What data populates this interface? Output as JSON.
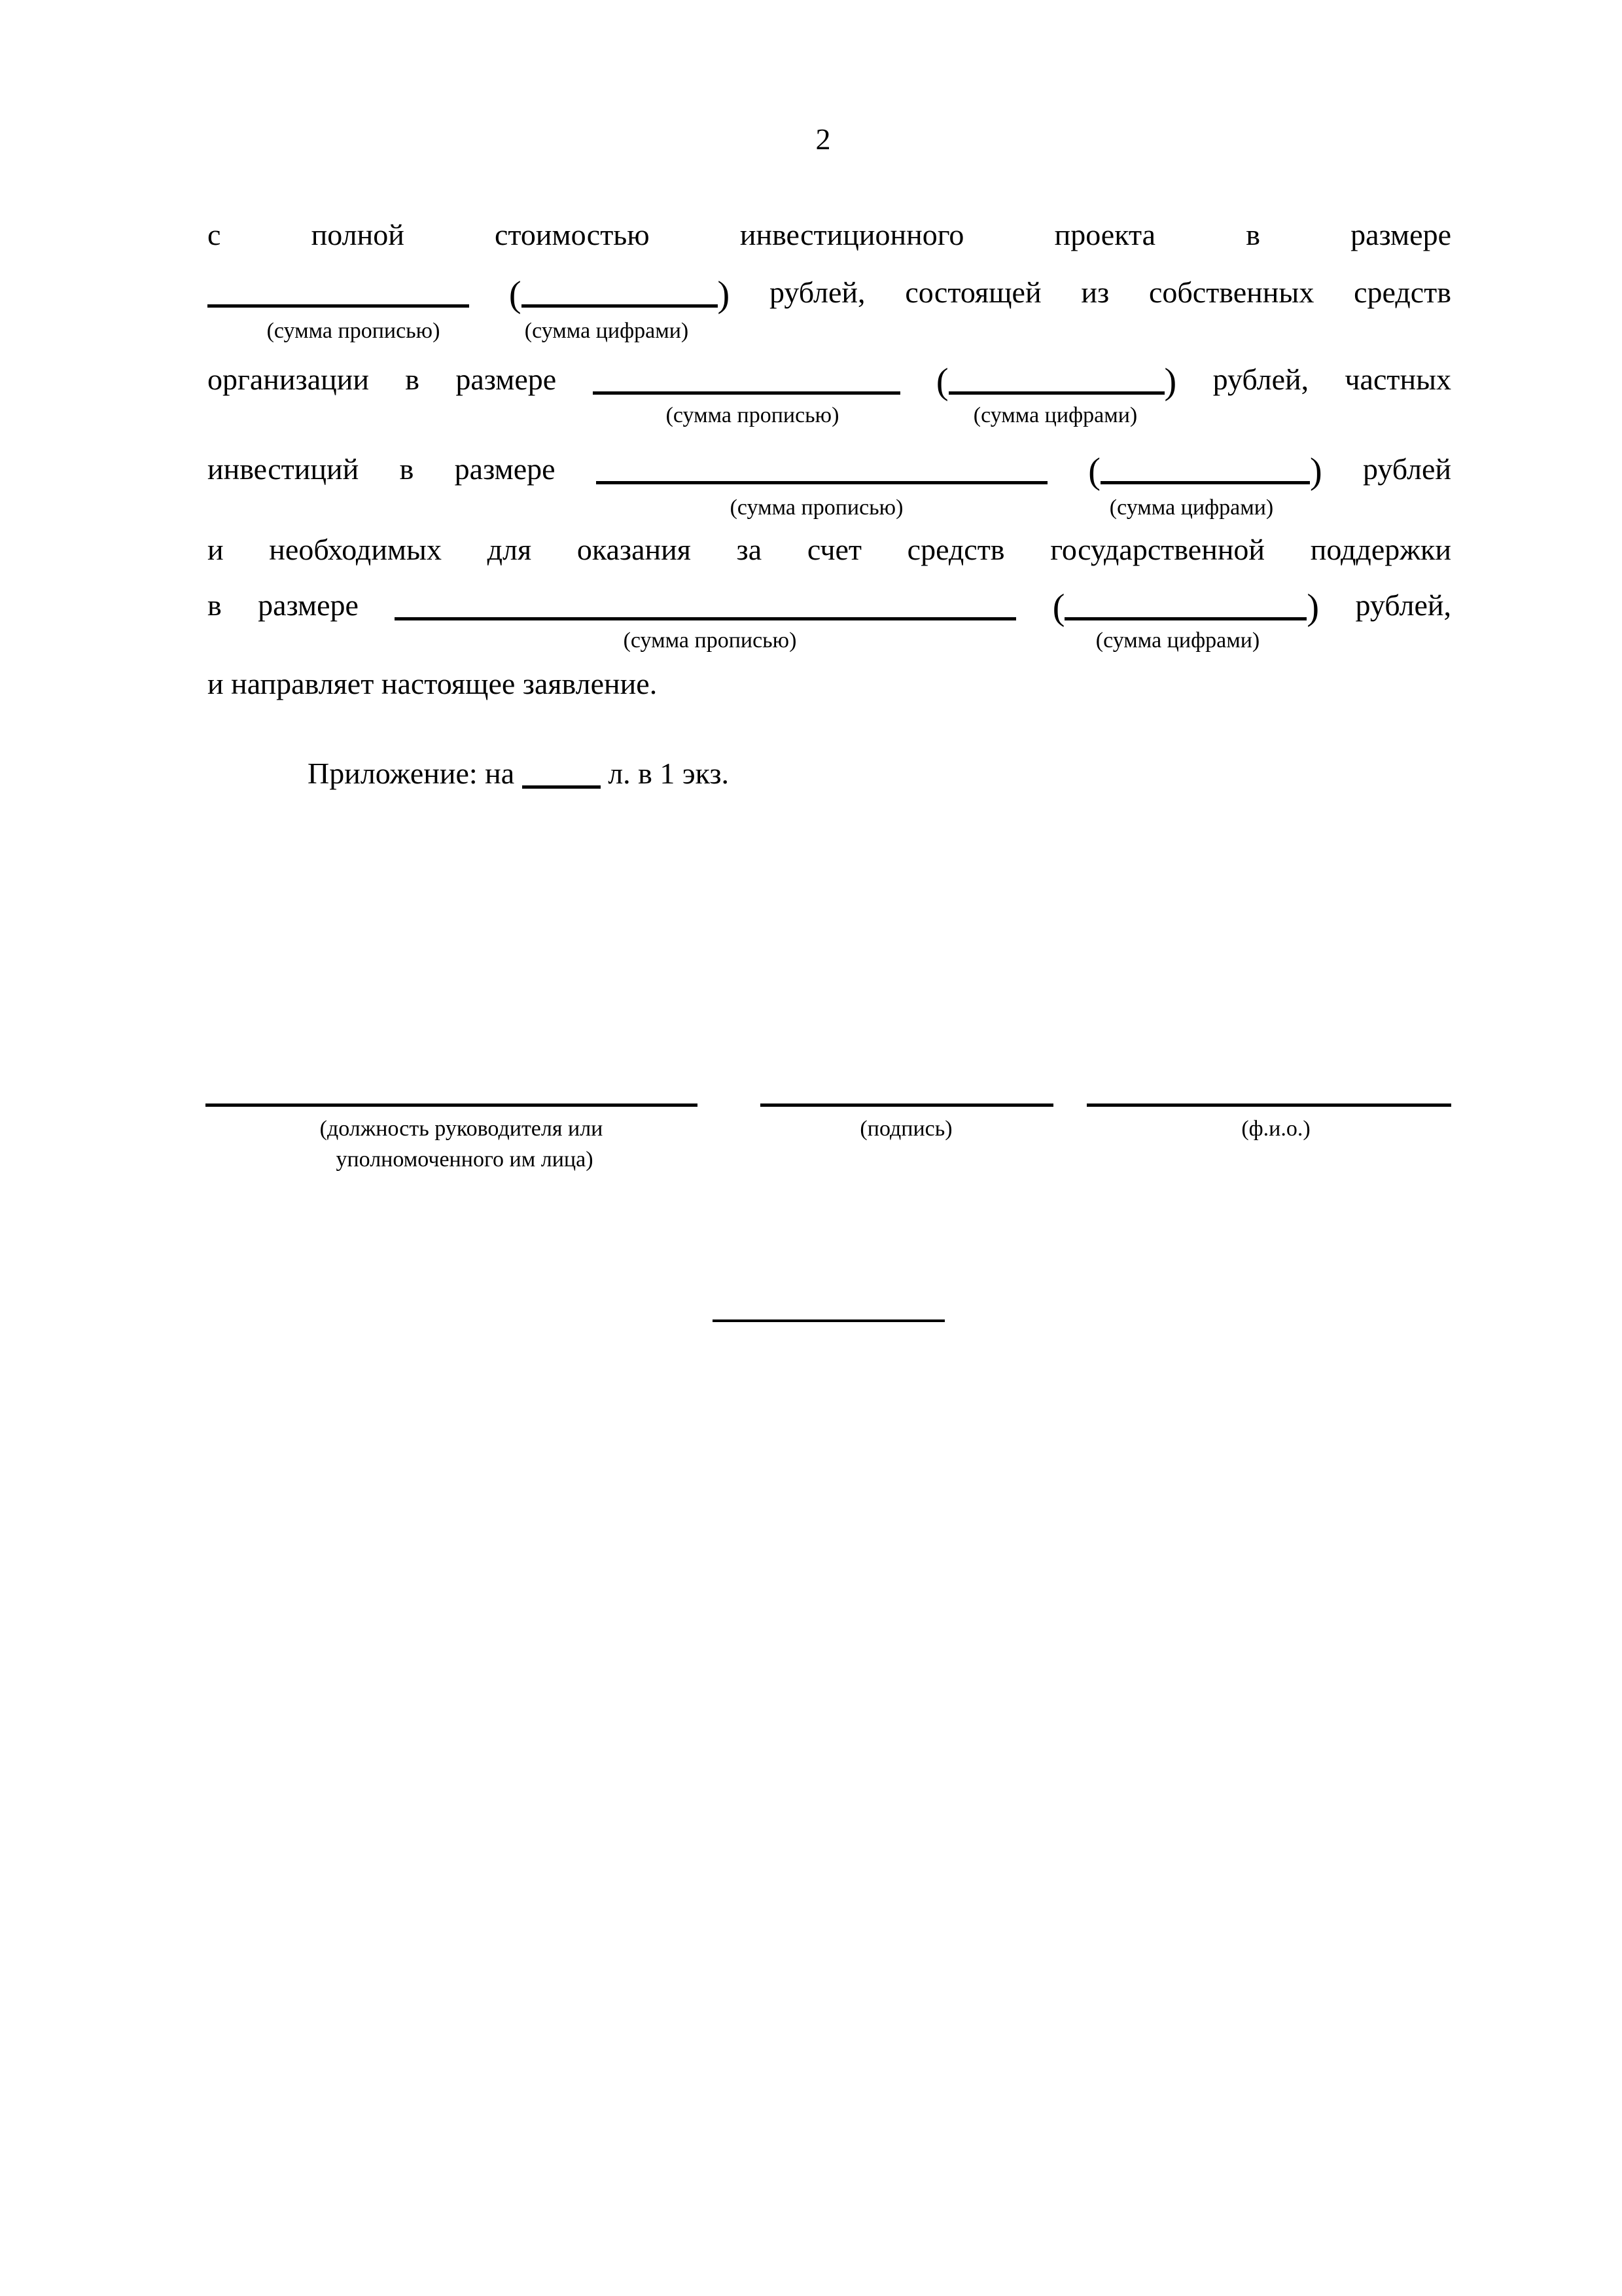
{
  "page": {
    "number": "2",
    "body": {
      "line1": "с полной стоимостью инвестиционного проекта в размере",
      "line2_tail": "рублей, состоящей из собственных средств",
      "line3_head": "организации в размере",
      "line3_tail": "рублей, частных",
      "line4_head": "инвестиций в размере",
      "line4_tail": "рублей",
      "line5": "и необходимых для оказания за счет средств государственной поддержки",
      "line6_head": "в размере",
      "line6_tail": "рублей,",
      "line7": "и направляет настоящее заявление.",
      "open_paren": "(",
      "close_paren": ")"
    },
    "labels": {
      "sum_words": "(сумма прописью)",
      "sum_digits": "(сумма цифрами)"
    },
    "attachment": {
      "prefix": "Приложение: на",
      "suffix": "л. в 1 экз."
    },
    "signature": {
      "position_label_line1": "(должность руководителя или",
      "position_label_line2": "уполномоченного им лица)",
      "sign_label": "(подпись)",
      "name_label": "(ф.и.о.)"
    }
  }
}
